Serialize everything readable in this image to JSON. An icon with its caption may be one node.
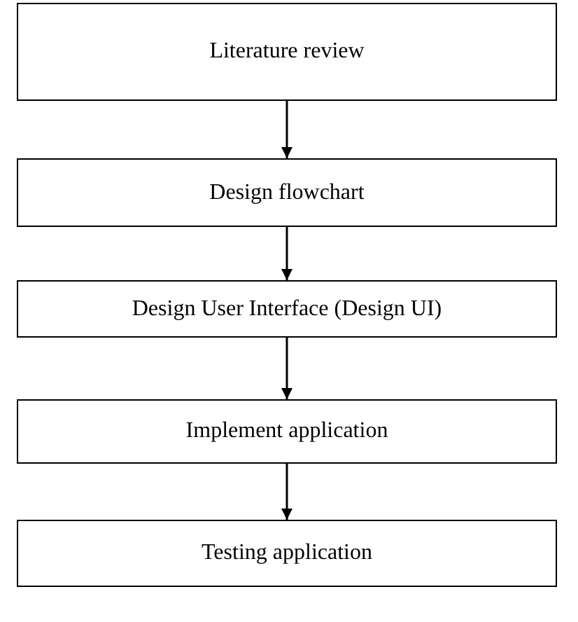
{
  "diagram": {
    "nodes": [
      {
        "text": [
          "Literature review"
        ]
      },
      {
        "text": [
          "Design flowchart"
        ]
      },
      {
        "text": [
          "Design User Interface (Design UI)"
        ]
      },
      {
        "text": [
          "Implement application"
        ]
      },
      {
        "text": [
          "Testing application"
        ]
      }
    ],
    "edges": [
      {
        "from": 0,
        "to": 1,
        "arrow": "to"
      },
      {
        "from": 1,
        "to": 2,
        "arrow": "to"
      },
      {
        "from": 2,
        "to": 3,
        "arrow": "to"
      },
      {
        "from": 3,
        "to": 4,
        "arrow": "to"
      }
    ]
  }
}
